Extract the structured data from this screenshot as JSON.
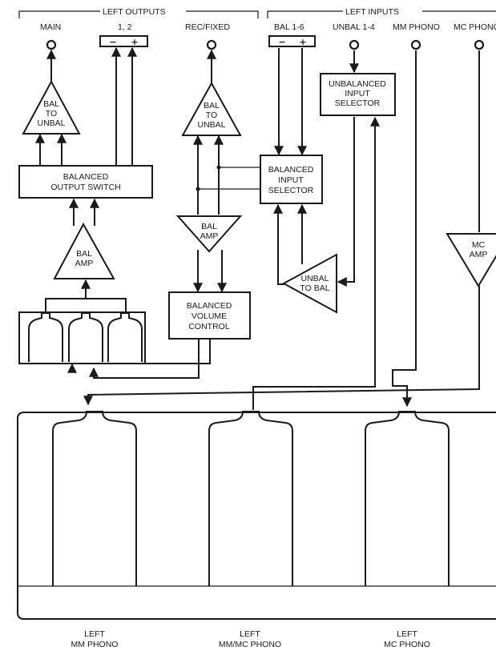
{
  "header": {
    "left_outputs": "LEFT OUTPUTS",
    "left_inputs": "LEFT INPUTS"
  },
  "jacks": {
    "main": "MAIN",
    "out_12": "1, 2",
    "rec_fixed": "REC/FIXED",
    "bal_16": "BAL 1-6",
    "unbal_14": "UNBAL 1-4",
    "mm_phono": "MM PHONO",
    "mc_phono": "MC PHONO"
  },
  "polarity": {
    "minus": "−",
    "plus": "+"
  },
  "blocks": {
    "bal_to_unbal_1": [
      "BAL",
      "TO",
      "UNBAL"
    ],
    "bal_to_unbal_2": [
      "BAL",
      "TO",
      "UNBAL"
    ],
    "balanced_output_switch": [
      "BALANCED",
      "OUTPUT SWITCH"
    ],
    "bal_amp_1": [
      "BAL",
      "AMP"
    ],
    "bal_amp_2": [
      "BAL",
      "AMP"
    ],
    "balanced_volume_control": [
      "BALANCED",
      "VOLUME",
      "CONTROL"
    ],
    "balanced_input_selector": [
      "BALANCED",
      "INPUT",
      "SELECTOR"
    ],
    "unbalanced_input_selector": [
      "UNBALANCED",
      "INPUT",
      "SELECTOR"
    ],
    "unbal_to_bal": [
      "UNBAL",
      "TO BAL"
    ],
    "mc_amp": [
      "MC",
      "AMP"
    ]
  },
  "bottom_labels": {
    "left_mm_phono": [
      "LEFT",
      "MM PHONO"
    ],
    "left_mm_mc_phono": [
      "LEFT",
      "MM/MC PHONO"
    ],
    "left_mc_phono": [
      "LEFT",
      "MC PHONO"
    ]
  }
}
